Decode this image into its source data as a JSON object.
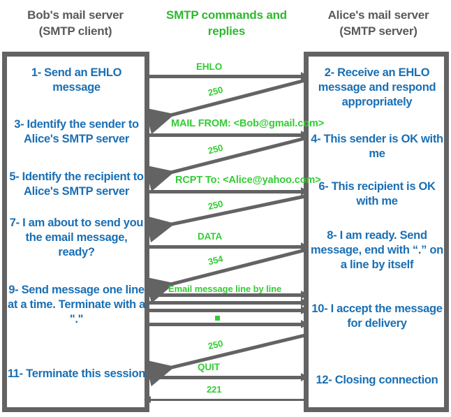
{
  "headers": {
    "client": "Bob's mail server\n(SMTP client)",
    "client_line1": "Bob's mail server",
    "client_line2": "(SMTP client)",
    "middle_line1": "SMTP commands and",
    "middle_line2": "replies",
    "server_line1": "Alice's mail server",
    "server_line2": "(SMTP server)"
  },
  "colors": {
    "green": "#33cc33",
    "header_green": "#2eb82e",
    "blue": "#1a6fb4",
    "gray": "#636363",
    "header_gray": "#595959",
    "background": "#ffffff"
  },
  "client_steps": [
    {
      "id": "step-1",
      "text": "1- Send an EHLO message"
    },
    {
      "id": "step-3",
      "text": "3- Identify the sender to Alice's SMTP server"
    },
    {
      "id": "step-5",
      "text": "5- Identify\nthe recipient to Alice's SMTP server"
    },
    {
      "id": "step-7",
      "text": "7- I am about to send you the email message, ready?"
    },
    {
      "id": "step-9",
      "text": "9- Send message one line at a time.\nTerminate with a \".\""
    },
    {
      "id": "step-11",
      "text": "11- Terminate this session"
    }
  ],
  "server_steps": [
    {
      "id": "step-2",
      "text": "2- Receive an EHLO message and respond appropriately"
    },
    {
      "id": "step-4",
      "text": "4- This sender is OK with me"
    },
    {
      "id": "step-6",
      "text": "6- This recipient is OK with me"
    },
    {
      "id": "step-8",
      "text": "8-  I am ready. Send message, end with “.” on a line by itself"
    },
    {
      "id": "step-10",
      "text": "10-  I accept the message for delivery"
    },
    {
      "id": "step-12",
      "text": "12-  Closing connection"
    }
  ],
  "messages": [
    {
      "id": "msg-ehlo",
      "label": "EHLO",
      "direction": "client-to-server"
    },
    {
      "id": "reply-250-a",
      "label": "250",
      "direction": "server-to-client"
    },
    {
      "id": "msg-mail-from",
      "label": "MAIL FROM: <Bob@gmail.com>",
      "direction": "client-to-server"
    },
    {
      "id": "reply-250-b",
      "label": "250",
      "direction": "server-to-client"
    },
    {
      "id": "msg-rcpt-to",
      "label": "RCPT To: <Alice@yahoo.com>",
      "direction": "client-to-server"
    },
    {
      "id": "reply-250-c",
      "label": "250",
      "direction": "server-to-client"
    },
    {
      "id": "msg-data",
      "label": "DATA",
      "direction": "client-to-server"
    },
    {
      "id": "reply-354",
      "label": "354",
      "direction": "server-to-client"
    },
    {
      "id": "msg-body",
      "label": "Email message line by line",
      "direction": "client-to-server"
    },
    {
      "id": "msg-dot",
      "label": ".",
      "direction": "client-to-server"
    },
    {
      "id": "reply-250-d",
      "label": "250",
      "direction": "server-to-client"
    },
    {
      "id": "msg-quit",
      "label": "QUIT",
      "direction": "client-to-server"
    },
    {
      "id": "reply-221",
      "label": "221",
      "direction": "server-to-client"
    }
  ]
}
